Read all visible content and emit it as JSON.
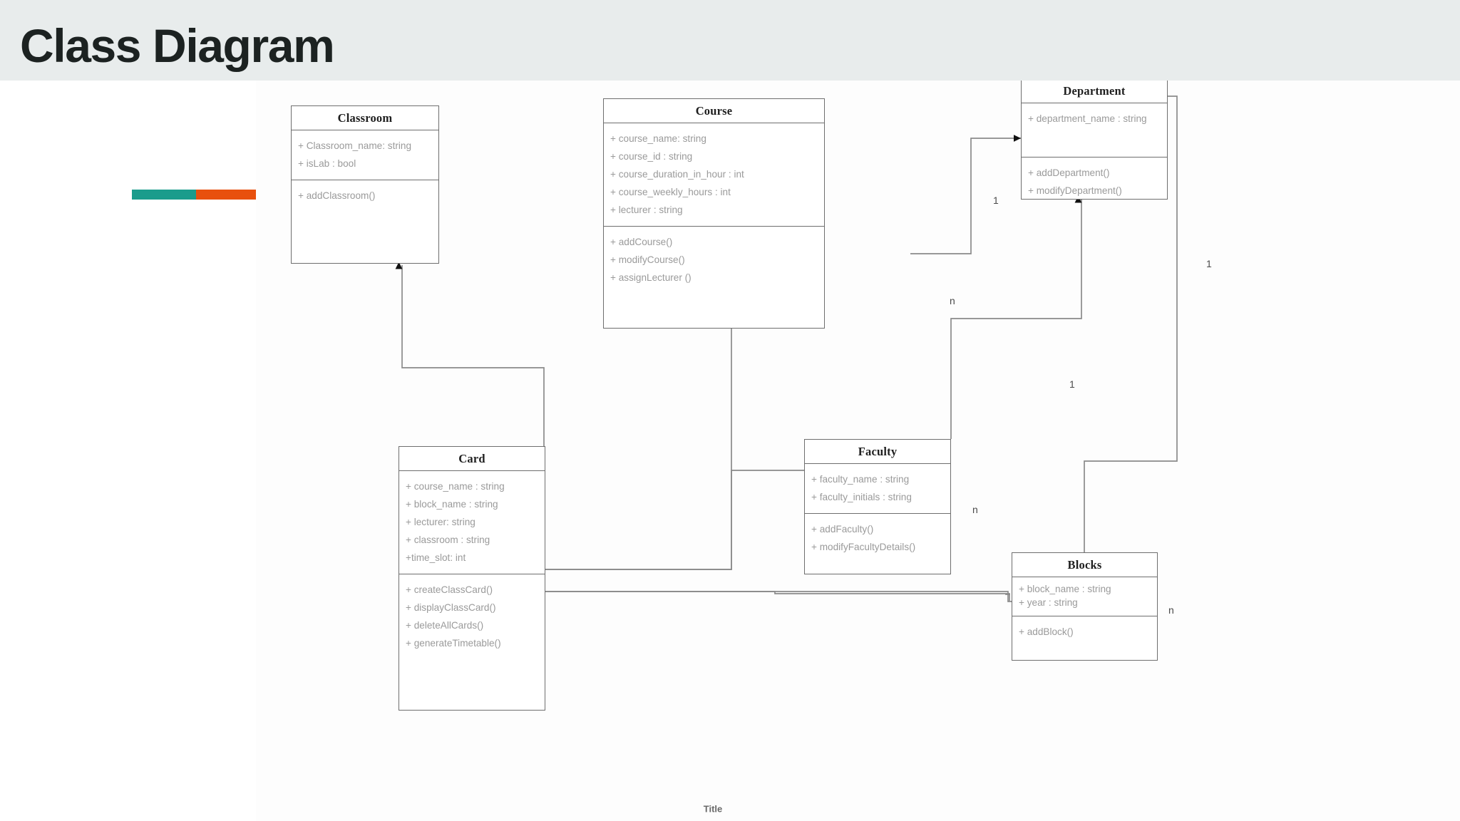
{
  "slide": {
    "title": "Class Diagram",
    "bottom_title": "Title",
    "header_bg": "#e8ecec",
    "title_color": "#1c2221",
    "canvas_bg": "#fdfdfd"
  },
  "accent_bar": {
    "teal_color": "#1a9c8c",
    "orange_color": "#e8500d"
  },
  "diagram": {
    "type": "uml-class-diagram",
    "line_color": "#8a8a8a",
    "box_border_color": "#6e6e6e",
    "classes": [
      {
        "id": "classroom",
        "name": "Classroom",
        "attributes": [
          "+ Classroom_name: string",
          "+ isLab : bool"
        ],
        "methods": [
          "+ addClassroom()"
        ]
      },
      {
        "id": "course",
        "name": "Course",
        "attributes": [
          "+ course_name: string",
          "+ course_id : string",
          "+ course_duration_in_hour : int",
          "+ course_weekly_hours : int",
          "+ lecturer : string"
        ],
        "methods": [
          "+ addCourse()",
          "+ modifyCourse()",
          "+ assignLecturer ()"
        ]
      },
      {
        "id": "department",
        "name": "Department",
        "attributes": [
          "+ department_name : string"
        ],
        "methods": [
          "+ addDepartment()",
          "+ modifyDepartment()"
        ]
      },
      {
        "id": "card",
        "name": "Card",
        "attributes": [
          "+ course_name : string",
          "+ block_name : string",
          "+ lecturer: string",
          "+ classroom : string",
          "+time_slot: int"
        ],
        "methods": [
          "+ createClassCard()",
          "+ displayClassCard()",
          "+ deleteAllCards()",
          "+ generateTimetable()"
        ]
      },
      {
        "id": "faculty",
        "name": "Faculty",
        "attributes": [
          "+ faculty_name : string",
          "+ faculty_initials : string"
        ],
        "methods": [
          "+ addFaculty()",
          "+ modifyFacultyDetails()"
        ]
      },
      {
        "id": "blocks",
        "name": "Blocks",
        "attributes": [
          "+ block_name : string",
          "+ year : string"
        ],
        "methods": [
          "+ addBlock()"
        ]
      }
    ],
    "relationships": [
      {
        "id": "course-department",
        "from": "course",
        "to": "department",
        "from_multiplicity": "n",
        "to_multiplicity": "1"
      },
      {
        "id": "faculty-department",
        "from": "faculty",
        "to": "department",
        "from_multiplicity": "n",
        "to_multiplicity": "1"
      },
      {
        "id": "blocks-department",
        "from": "blocks",
        "to": "department",
        "from_multiplicity": "n",
        "to_multiplicity": "1"
      },
      {
        "id": "card-classroom",
        "from": "card",
        "to": "classroom",
        "from_multiplicity": "",
        "to_multiplicity": ""
      },
      {
        "id": "card-course",
        "from": "card",
        "to": "course",
        "from_multiplicity": "",
        "to_multiplicity": ""
      },
      {
        "id": "card-faculty",
        "from": "card",
        "to": "faculty",
        "from_multiplicity": "",
        "to_multiplicity": ""
      },
      {
        "id": "card-blocks",
        "from": "card",
        "to": "blocks",
        "from_multiplicity": "",
        "to_multiplicity": ""
      }
    ],
    "multiplicity_labels": [
      {
        "id": "m-course-to-department",
        "text": "1"
      },
      {
        "id": "m-course-from",
        "text": "n"
      },
      {
        "id": "m-faculty-to-department",
        "text": "1"
      },
      {
        "id": "m-faculty-from",
        "text": "n"
      },
      {
        "id": "m-blocks-to-department",
        "text": "1"
      },
      {
        "id": "m-blocks-from",
        "text": "n"
      }
    ]
  }
}
